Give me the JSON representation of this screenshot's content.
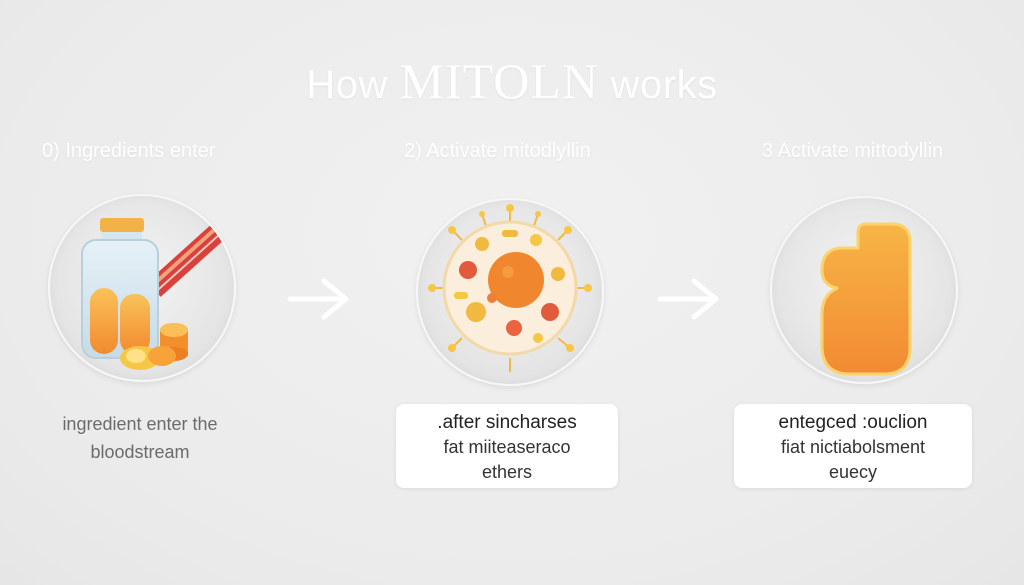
{
  "header": {
    "title_prefix": "How",
    "title_brand": "MITOLN",
    "title_suffix": "works"
  },
  "steps": [
    {
      "label": "0) Ingredients enter",
      "caption_lines": [
        "ingredient enter the",
        "bloodstream"
      ],
      "image_icon": "supplement-bottle-and-capsules"
    },
    {
      "label": "2) Activate mitodlyllin",
      "caption_lines": [
        ".after sincharses",
        "fat miiteaseraco",
        "ethers"
      ],
      "image_icon": "cell-with-mitochondria"
    },
    {
      "label": "3 Activate mittodyllin",
      "caption_lines": [
        "entegced :ouclion",
        "fiat nictiabolsment",
        "euecy"
      ],
      "image_icon": "orange-fat-blob"
    }
  ],
  "colors": {
    "orange": "#f7a23a",
    "yellow": "#f6c94a",
    "red": "#e05a3a",
    "text_white": "#ffffff"
  }
}
